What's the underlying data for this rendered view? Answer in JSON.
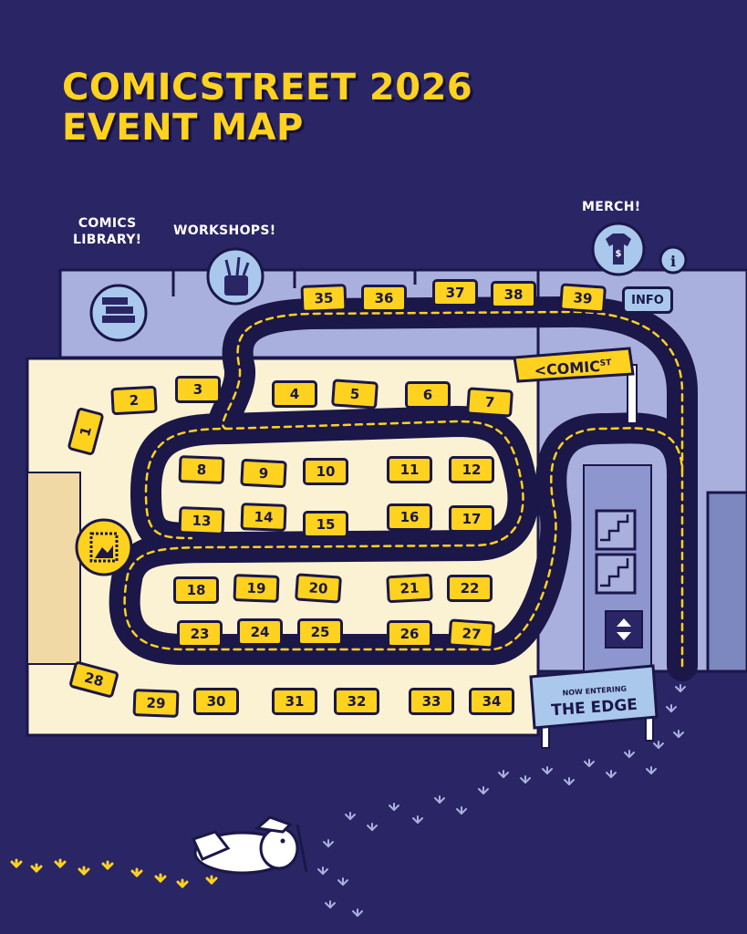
{
  "title": {
    "line1": "COMICSTREET 2026",
    "line2": "EVENT MAP"
  },
  "areas": {
    "comics_library": {
      "line1": "COMICS",
      "line2": "LIBRARY!"
    },
    "workshops": "WORKSHOPS!",
    "merch": "MERCH!",
    "info": "INFO"
  },
  "signs": {
    "comic_st": {
      "text": "COMIC",
      "superscript": "ST"
    },
    "edge": {
      "small": "NOW ENTERING",
      "big": "THE EDGE"
    }
  },
  "booths": [
    "1",
    "2",
    "3",
    "4",
    "5",
    "6",
    "7",
    "8",
    "9",
    "10",
    "11",
    "12",
    "13",
    "14",
    "15",
    "16",
    "17",
    "18",
    "19",
    "20",
    "21",
    "22",
    "23",
    "24",
    "25",
    "26",
    "27",
    "28",
    "29",
    "30",
    "31",
    "32",
    "33",
    "34",
    "35",
    "36",
    "37",
    "38",
    "39"
  ],
  "icons": {
    "library": "books-icon",
    "workshops": "art-supplies-icon",
    "merch": "t-shirt-icon",
    "info": "info-icon",
    "gallery": "framed-picture-icon",
    "stairs": "stairs-icon",
    "elevator": "elevator-icon"
  },
  "colors": {
    "background": "#2a2565",
    "floor": "#fbf2d3",
    "corridor": "#a9b0de",
    "booth": "#ffd21f",
    "road": "#1b1748",
    "road_dash": "#ffd21f",
    "icon_circle": "#a9c8ec"
  }
}
